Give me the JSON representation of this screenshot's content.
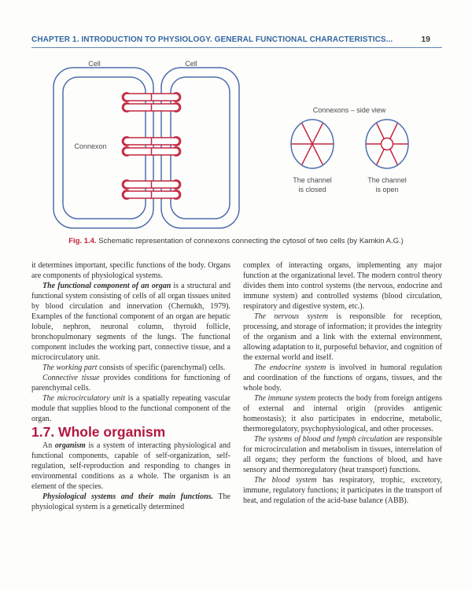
{
  "theme": {
    "header_blue": "#33679f",
    "rule_blue": "#5f87b4",
    "heading_red": "#b2173f",
    "caption_red": "#c32035",
    "membrane_blue": "#4d6fab",
    "connexon_red": "#c32740",
    "text_color": "#2e2e2e",
    "figure_label_gray": "#4a4a4a",
    "page_bg": "#fdfdfc"
  },
  "header": {
    "title": "CHAPTER 1. INTRODUCTION TO PHYSIOLOGY. GENERAL FUNCTIONAL CHARACTERISTICS...",
    "page_number": "19"
  },
  "figure": {
    "left_diagram": {
      "left_cell_label": "Cell",
      "right_cell_label": "Cell",
      "connexon_label": "Connexon"
    },
    "side_view": {
      "title": "Connexons – side view",
      "closed_caption_line1": "The channel",
      "closed_caption_line2": "is closed",
      "open_caption_line1": "The channel",
      "open_caption_line2": "is open"
    },
    "caption_label": "Fig. 1.4.",
    "caption_text": " Schematic representation of connexons connecting the cytosol of two cells (by Kamkin A.G.)"
  },
  "content": {
    "heading": "1.7. Whole organism",
    "left_column": {
      "p1": {
        "text": "it determines important, specific functions of the body. Organs are components of physiological systems."
      },
      "p2": {
        "lead": "The functional component of an organ",
        "rest": " is a structural and functional system consisting of cells of all organ tissues united by blood circulation and innervation (Chernukh, 1979). Examples of the functional component of an organ are hepatic lobule, nephron, neuronal column, thyroid follicle, bronchopulmonary segments of the lungs. The functional component includes the working part, connective tissue, and a microcirculatory unit."
      },
      "p3": {
        "lead": "The working part",
        "rest": " consists of specific (parenchymal) cells."
      },
      "p4": {
        "lead": "Connective tissue",
        "rest": " provides conditions for functioning of parenchymal cells."
      },
      "p5": {
        "lead": "The microcirculatory unit",
        "rest": " is a spatially repeating vascular module that supplies blood to the functional component of the organ."
      },
      "p6": {
        "pre": "An ",
        "lead": "organism",
        "rest": " is a system of interacting physiological and functional components, capable of self-organization, self-regulation, self-reproduction and responding to changes in environmental conditions as a whole. The organism is an element of the species."
      },
      "p7": {
        "lead": "Physiological systems and their main functions.",
        "rest": " The physiological system is a genetically determined"
      }
    },
    "right_column": {
      "p1": {
        "text": "complex of interacting organs, implementing any major function at the organizational level. The modern control theory divides them into control systems (the nervous, endocrine and immune system) and controlled systems (blood circulation, respiratory and digestive system, etc.)."
      },
      "p2": {
        "lead": "The nervous system",
        "rest": " is responsible for reception, processing, and storage of information; it provides the integrity of the organism and a link with the external environment, allowing adaptation to it, purposeful behavior, and cognition of the external world and itself."
      },
      "p3": {
        "lead": "The endocrine system",
        "rest": " is involved in humoral regulation and coordination of the functions of organs, tissues, and the whole body."
      },
      "p4": {
        "lead": "The immune system",
        "rest": " protects the body from foreign antigens of external and internal origin (provides antigenic homeostasis); it also participates in endocrine, metabolic, thermoregulatory, psychophysiological, and other processes."
      },
      "p5": {
        "lead": "The systems of blood and lymph circulation",
        "rest": " are responsible for microcirculation and metabolism in tissues, interrelation of all organs; they perform the functions of blood, and have sensory and thermoregulatory (heat transport) functions."
      },
      "p6": {
        "lead": "The blood system",
        "rest": " has respiratory, trophic, excretory, immune, regulatory functions; it participates in the transport of heat, and regulation of the acid-base balance (ABB)."
      }
    }
  }
}
